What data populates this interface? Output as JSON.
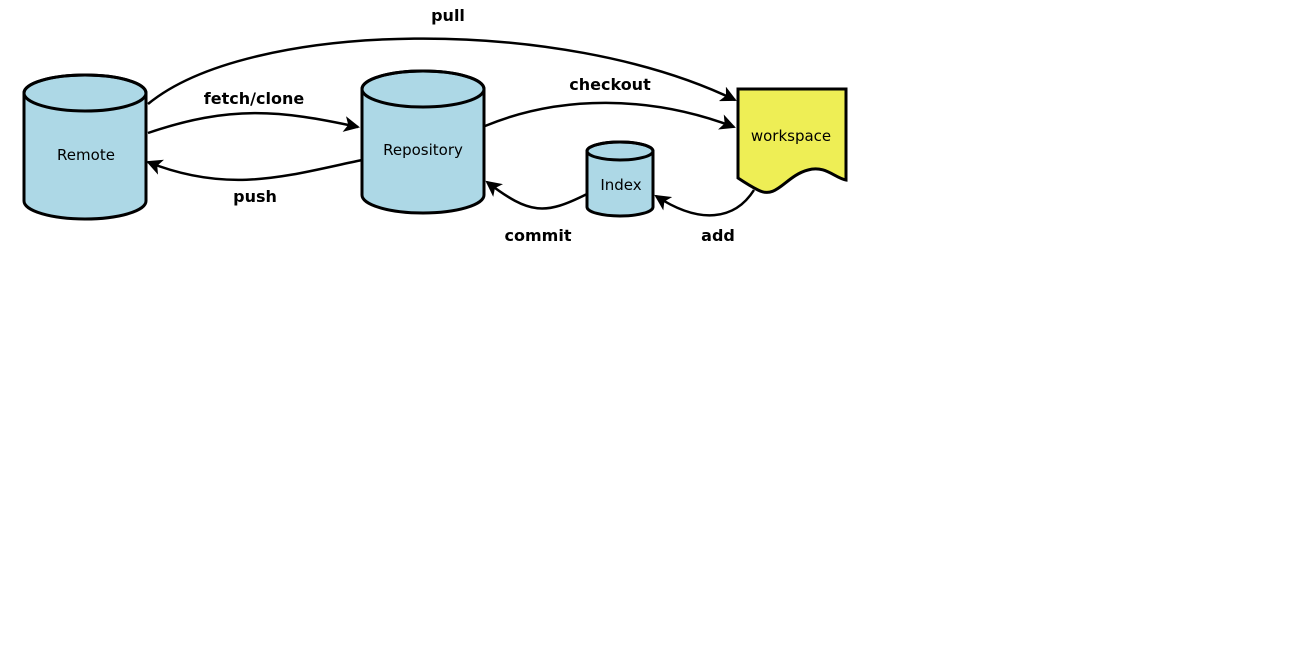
{
  "colors": {
    "storage_fill": "#add8e6",
    "workspace_fill": "#eeee55",
    "stroke": "#000000"
  },
  "nodes": {
    "remote": "Remote",
    "repository": "Repository",
    "index": "Index",
    "workspace": "workspace"
  },
  "edges": {
    "pull": "pull",
    "fetch_clone": "fetch/clone",
    "push": "push",
    "checkout": "checkout",
    "commit": "commit",
    "add": "add"
  }
}
